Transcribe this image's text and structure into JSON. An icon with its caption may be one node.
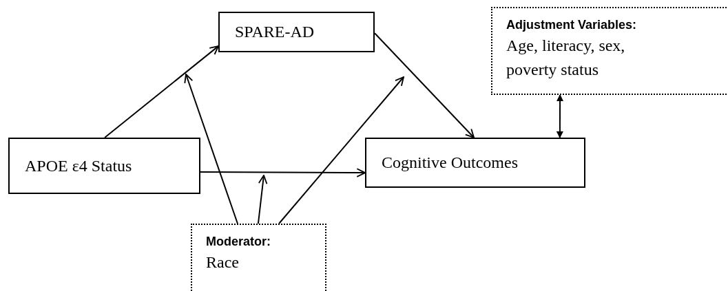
{
  "diagram": {
    "nodes": [
      {
        "text": [
          "SPARE-AD"
        ]
      },
      {
        "text": [
          "Adjustment Variables:",
          "Age, literacy, sex, poverty status"
        ]
      },
      {
        "text": [
          "APOE ε4 Status"
        ]
      },
      {
        "text": [
          "Cognitive Outcomes"
        ]
      },
      {
        "text": [
          "Moderator:",
          "Race"
        ]
      }
    ],
    "edges": [
      {
        "from": 2,
        "to": 0,
        "arrow": "to"
      },
      {
        "from": 0,
        "to": 3,
        "arrow": "to"
      },
      {
        "from": 2,
        "to": 3,
        "arrow": "to"
      },
      {
        "from": 4,
        "to": null,
        "arrow": "to"
      },
      {
        "from": 4,
        "to": null,
        "arrow": "to"
      },
      {
        "from": 4,
        "to": null,
        "arrow": "to"
      },
      {
        "from": 1,
        "to": 3,
        "arrow": "both"
      }
    ]
  }
}
